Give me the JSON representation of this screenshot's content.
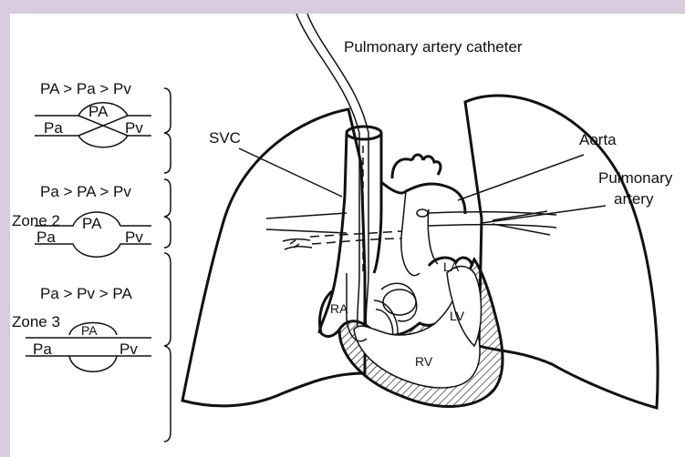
{
  "labels": {
    "catheter": "Pulmonary artery catheter",
    "svc": "SVC",
    "aorta": "Aorta",
    "pa_line1": "Pulmonary",
    "pa_line2": "artery",
    "la": "LA",
    "lv": "LV",
    "ra": "RA",
    "rv": "RV"
  },
  "zones": [
    {
      "condition": "PA > Pa > Pv",
      "name": "",
      "top": "PA",
      "left": "Pa",
      "right": "Pv"
    },
    {
      "condition": "Pa > PA > Pv",
      "name": "Zone 2",
      "top": "PA",
      "left": "Pa",
      "right": "Pv"
    },
    {
      "condition": "Pa > Pv > PA",
      "name": "Zone 3",
      "top": "PA",
      "left": "Pa",
      "right": "Pv"
    }
  ],
  "colors": {
    "border": "#d9ccdf",
    "ink": "#111111"
  }
}
